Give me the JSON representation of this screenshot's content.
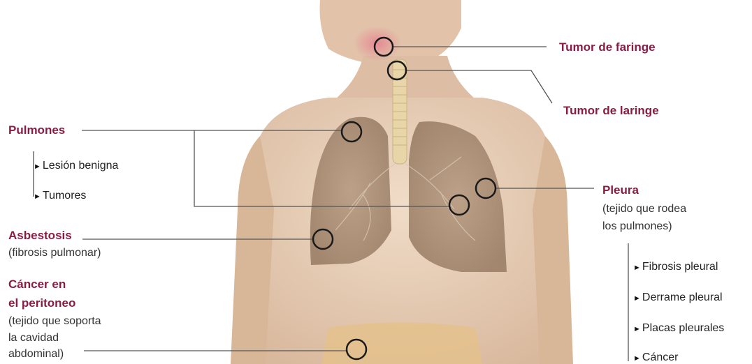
{
  "colors": {
    "title": "#8a1c44",
    "text": "#222222",
    "skin": "#e3c7ae",
    "lung": "#a98e78",
    "marker": "#1a1a1a"
  },
  "labels": {
    "faringe": "Tumor de faringe",
    "laringe": "Tumor de laringe",
    "pulmones": {
      "title": "Pulmones",
      "items": [
        "Lesión benigna",
        "Tumores"
      ]
    },
    "asbestosis": {
      "title": "Asbestosis",
      "sub": "(fibrosis pulmonar)"
    },
    "peritoneo": {
      "title1": "Cáncer en",
      "title2": "el peritoneo",
      "sub1": "(tejido que soporta",
      "sub2": "la cavidad",
      "sub3": "abdominal)"
    },
    "pleura": {
      "title": "Pleura",
      "sub1": "(tejido que rodea",
      "sub2": "los pulmones)",
      "items": [
        "Fibrosis pleural",
        "Derrame pleural",
        "Placas pleurales",
        "Cáncer"
      ]
    }
  }
}
